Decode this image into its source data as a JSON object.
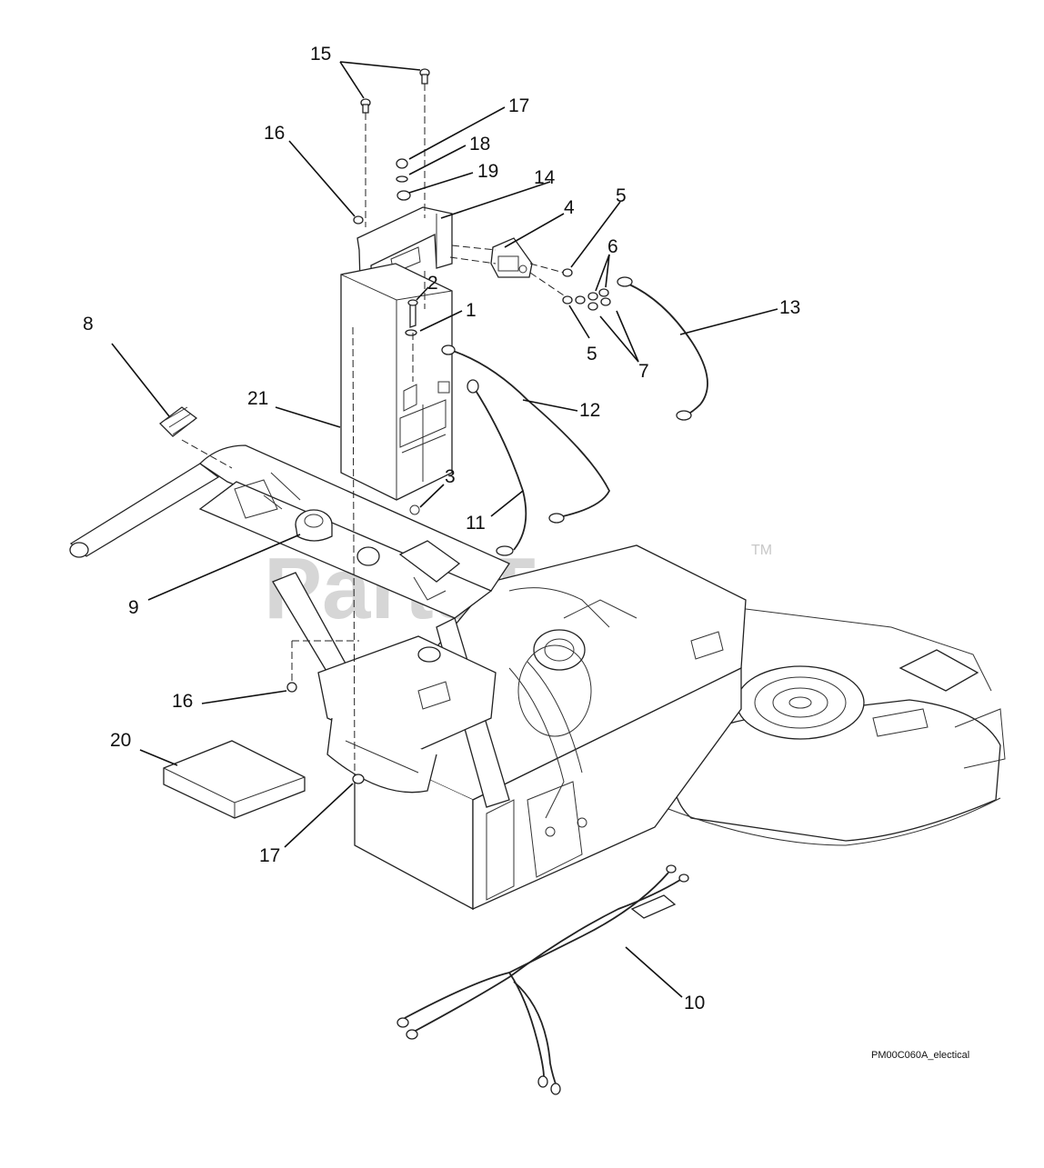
{
  "diagram": {
    "callouts": [
      {
        "id": "c15",
        "label": "15"
      },
      {
        "id": "c17a",
        "label": "17"
      },
      {
        "id": "c18",
        "label": "18"
      },
      {
        "id": "c19",
        "label": "19"
      },
      {
        "id": "c16a",
        "label": "16"
      },
      {
        "id": "c14",
        "label": "14"
      },
      {
        "id": "c4",
        "label": "4"
      },
      {
        "id": "c5a",
        "label": "5"
      },
      {
        "id": "c6",
        "label": "6"
      },
      {
        "id": "c2",
        "label": "2"
      },
      {
        "id": "c1",
        "label": "1"
      },
      {
        "id": "c13",
        "label": "13"
      },
      {
        "id": "c5b",
        "label": "5"
      },
      {
        "id": "c7",
        "label": "7"
      },
      {
        "id": "c8",
        "label": "8"
      },
      {
        "id": "c21",
        "label": "21"
      },
      {
        "id": "c12",
        "label": "12"
      },
      {
        "id": "c3",
        "label": "3"
      },
      {
        "id": "c11",
        "label": "11"
      },
      {
        "id": "c9",
        "label": "9"
      },
      {
        "id": "c16b",
        "label": "16"
      },
      {
        "id": "c20",
        "label": "20"
      },
      {
        "id": "c17b",
        "label": "17"
      },
      {
        "id": "c10",
        "label": "10"
      }
    ],
    "watermark": "PartsTree",
    "trademark": "TM",
    "drawing_id": "PM00C060A_electical"
  }
}
